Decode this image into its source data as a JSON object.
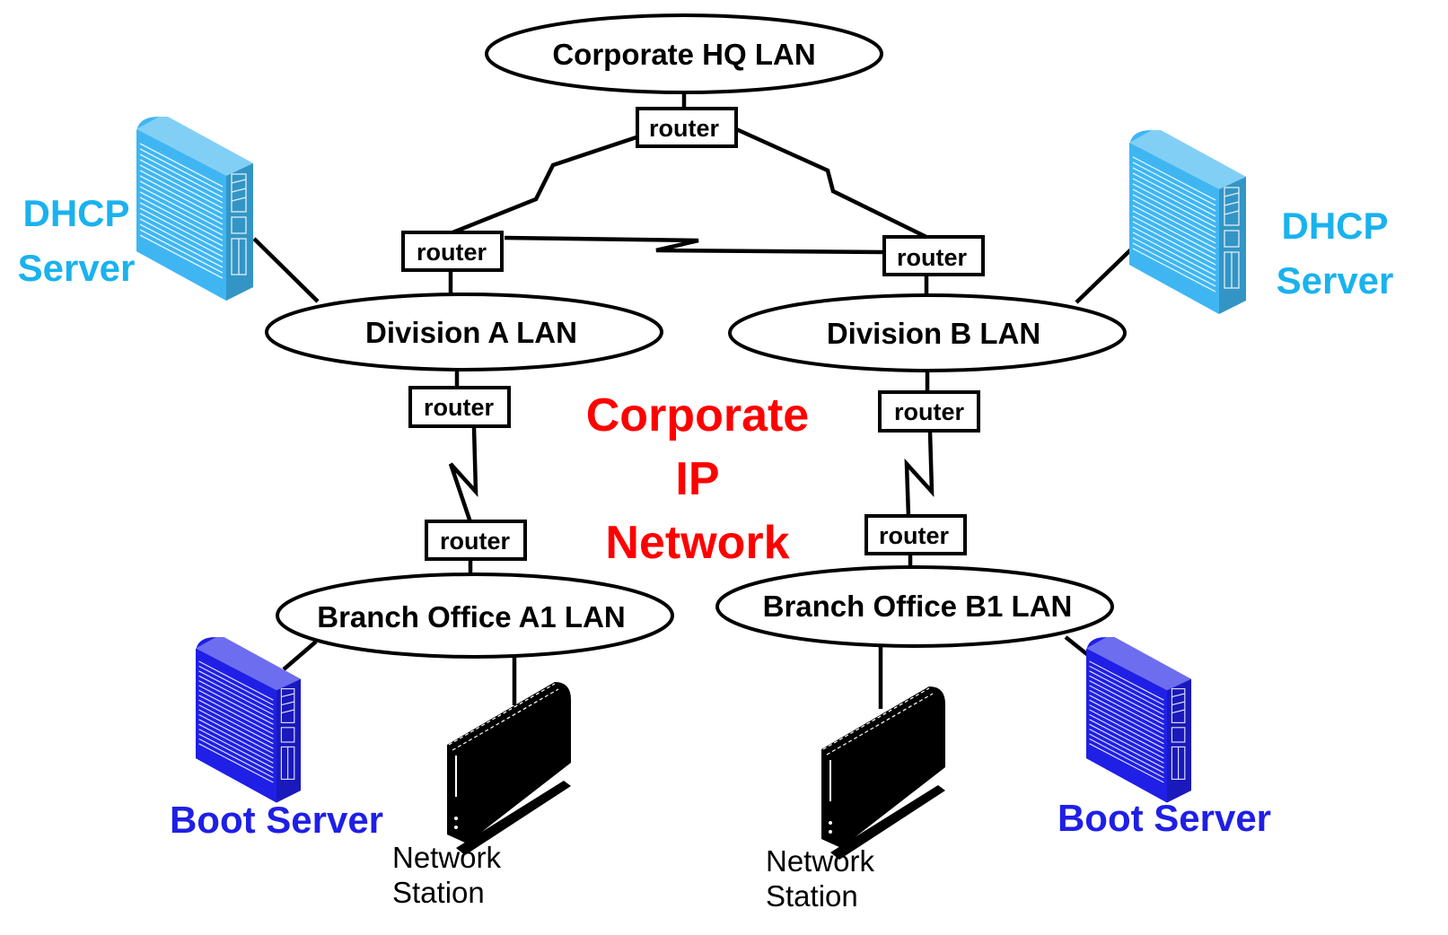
{
  "colors": {
    "center_text": "#ff0000",
    "dhcp_text": "#1ab2ee",
    "boot_text": "#1f1fe6",
    "dhcp_server_fill": "#3fb6f2",
    "boot_server_fill": "#1f1fe6",
    "station_fill": "#000000"
  },
  "lans": {
    "hq": "Corporate HQ LAN",
    "division_a": "Division A LAN",
    "division_b": "Division B LAN",
    "branch_a1": "Branch Office A1 LAN",
    "branch_b1": "Branch Office B1 LAN"
  },
  "router_label": "router",
  "network_title": {
    "line1": "Corporate",
    "line2": "IP",
    "line3": "Network"
  },
  "dhcp_server": {
    "line1": "DHCP",
    "line2": "Server"
  },
  "boot_server": "Boot Server",
  "network_station": {
    "line1": "Network",
    "line2": "Station"
  },
  "icons": [
    "dhcp-server-icon",
    "boot-server-icon",
    "network-station-icon"
  ]
}
